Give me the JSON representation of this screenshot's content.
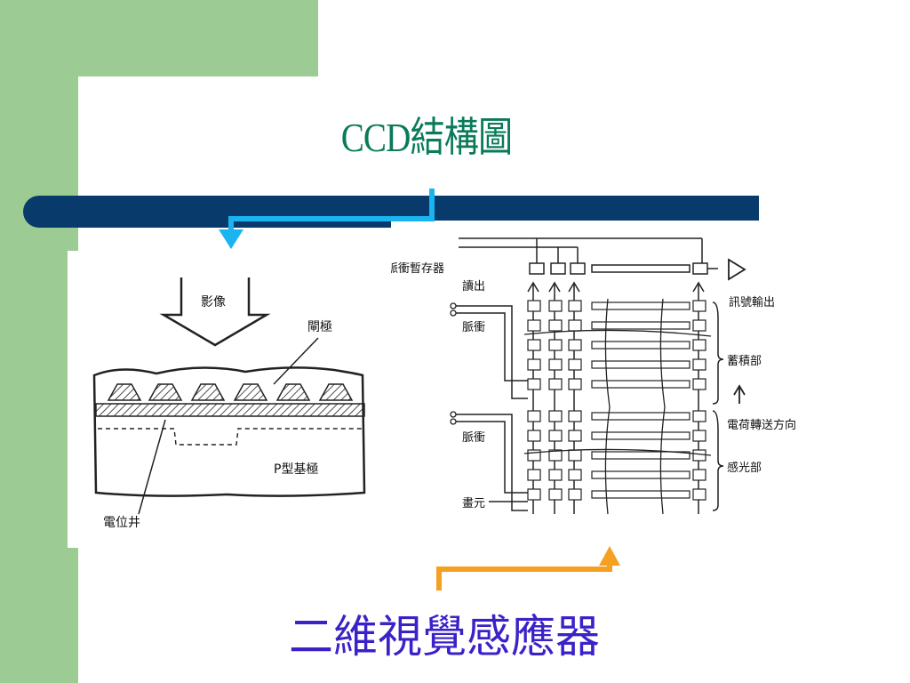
{
  "slide": {
    "title": "CCD結構圖",
    "caption": "二維視覺感應器"
  },
  "cross_section": {
    "image_label": "影像",
    "gate_label": "閘極",
    "substrate_label": "P型基極",
    "well_label": "電位井"
  },
  "sensor_array": {
    "shift_register_label": "脈衝暫存器",
    "readout_label": "讀出",
    "signal_output_label": "訊號輸出",
    "pulse_label_1": "脈衝",
    "storage_label": "蓄積部",
    "transfer_direction_label": "電荷轉送方向",
    "pulse_label_2": "脈衝",
    "sensing_label": "感光部",
    "pixel_label": "畫元"
  },
  "colors": {
    "green": "#9ccc94",
    "navy": "#083a6b",
    "title": "#0a7a5a",
    "caption": "#3a22c8",
    "cyan_arrow": "#1ab4f0",
    "orange_arrow": "#f5a020"
  }
}
